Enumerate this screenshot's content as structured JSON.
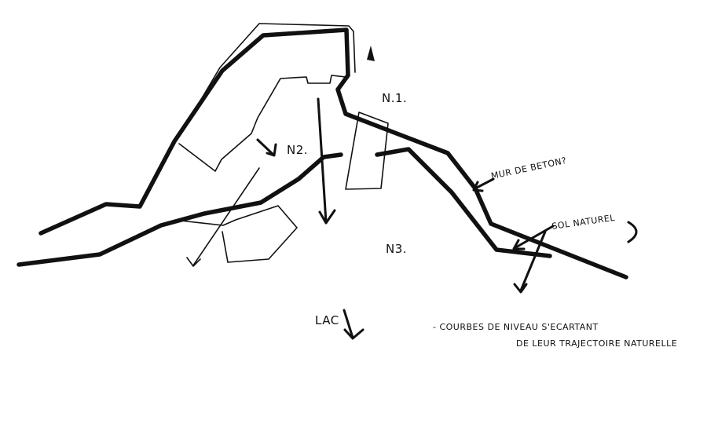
{
  "labels": {
    "n1": "N.1.",
    "n2": "N2.",
    "n3": "N3.",
    "mur": "MUR DE BETON?",
    "sol": "SOL NATUREL",
    "lac": "LAC",
    "note_line1": "- COURBES DE NIVEAU S'ECARTANT",
    "note_line2": "DE LEUR TRAJECTOIRE NATURELLE"
  },
  "colors": {
    "ink": "#111111",
    "paper": "#ffffff"
  }
}
